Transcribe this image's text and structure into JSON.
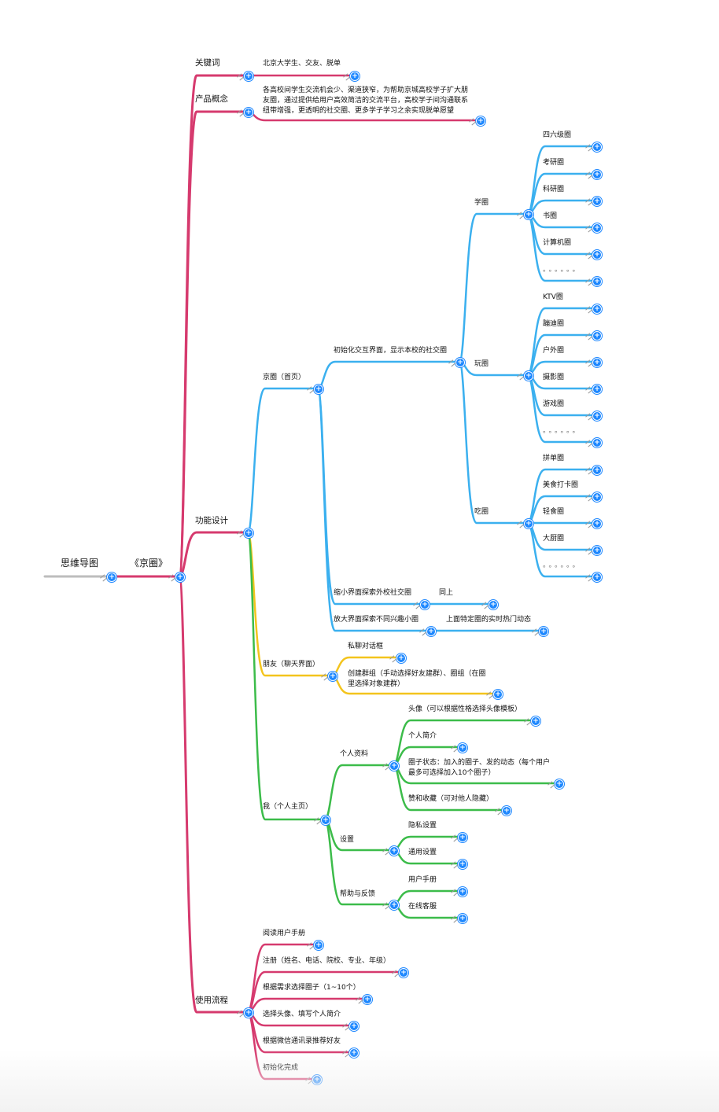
{
  "colors": {
    "pink": "#d63a6e",
    "blue": "#3bb0ef",
    "yellow": "#f3c41d",
    "green": "#3cbc4a",
    "gray": "#bdbdbd",
    "node": "#1e88ff"
  },
  "left_label": "思维导图",
  "root_label": "《京圈》",
  "nodes": {
    "keyword": "关键词",
    "keyword_detail": "北京大学生、交友、脱单",
    "concept": "产品概念",
    "concept_detail": "各高校间学生交流机会少、渠道狭窄，为帮助京城高校学子扩大朋友圈，通过提供给用户高效简洁的交流平台，高校学子间沟通联系纽带增强，更透明的社交圈、更多学子学习之余实现脱单愿望",
    "function": "功能设计",
    "jingquan_home": "京圈（首页）",
    "init_interface": "初始化交互界面，显示本校的社交圈",
    "xuequan": "学圈",
    "sixlevel": "四六级圈",
    "kaoyan": "考研圈",
    "keyan": "科研圈",
    "shuquan": "书圈",
    "jisuanji": "计算机圈",
    "ellipsis1": "。。。。。。",
    "wanquan": "玩圈",
    "ktv": "KTV圈",
    "bengdi": "蹦迪圈",
    "huwai": "户外圈",
    "sheying": "摄影圈",
    "youxi": "游戏圈",
    "ellipsis2": "。。。。。。",
    "chiquan": "吃圈",
    "pindan": "拼单圈",
    "meishi": "美食打卡圈",
    "qingshi": "轻食圈",
    "dachu": "大厨圈",
    "ellipsis3": "。。。。。。",
    "shrink": "缩小界面探索外校社交圈",
    "same": "同上",
    "enlarge": "放大界面探索不同兴趣小圈",
    "enlarge_detail": "上面特定圈的实时热门动态",
    "friends": "朋友（聊天界面）",
    "private_chat": "私聊对话框",
    "group_create": "创建群组（手动选择好友建群）、圈组（在圈里选择对象建群）",
    "me": "我（个人主页）",
    "profile": "个人资料",
    "avatar": "头像（可以根据性格选择头像模板）",
    "intro": "个人简介",
    "circle_status": "圈子状态：加入的圈子、发的动态（每个用户最多可选择加入10个圈子）",
    "likes": "赞和收藏（可对他人隐藏）",
    "settings": "设置",
    "privacy": "隐私设置",
    "general": "通用设置",
    "help": "帮助与反馈",
    "manual": "用户手册",
    "support": "在线客服",
    "flow": "使用流程",
    "read_manual": "阅读用户手册",
    "register": "注册（姓名、电话、院校、专业、年级）",
    "choose_circle": "根据需求选择圈子（1~10个）",
    "choose_avatar": "选择头像、填写个人简介",
    "recommend": "根据微信通讯录推荐好友",
    "init_done": "初始化完成"
  }
}
